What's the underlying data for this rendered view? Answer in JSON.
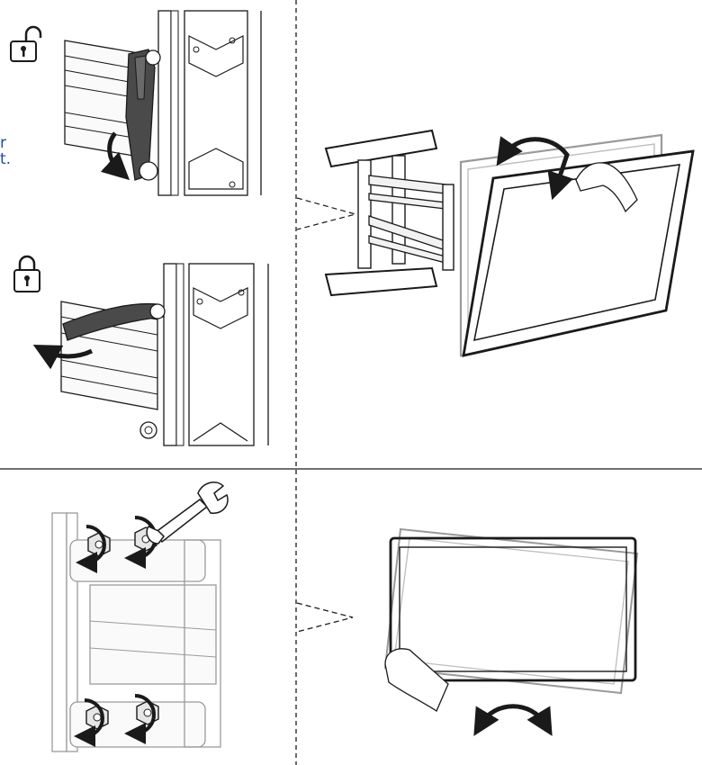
{
  "margin_text": {
    "line1": "r",
    "line2": "t.",
    "line3": ""
  },
  "panels": [
    {
      "id": "lock-lever-unlock",
      "icon": "unlocked-padlock-icon",
      "action": "rotate-lever-down"
    },
    {
      "id": "lock-lever-lock",
      "icon": "locked-padlock-icon",
      "action": "rotate-lever-left"
    },
    {
      "id": "tilt-tv",
      "action": "tilt-tv-forward-back"
    },
    {
      "id": "tighten-nuts",
      "icon": "wrench-icon",
      "action": "rotate-nuts"
    },
    {
      "id": "level-tv",
      "action": "rotate-tv-level"
    }
  ],
  "colors": {
    "line": "#1a1a1a",
    "accent_text": "#1f4aa8",
    "ghost": "#9a9a9a",
    "lever": "#4a4a4a"
  }
}
